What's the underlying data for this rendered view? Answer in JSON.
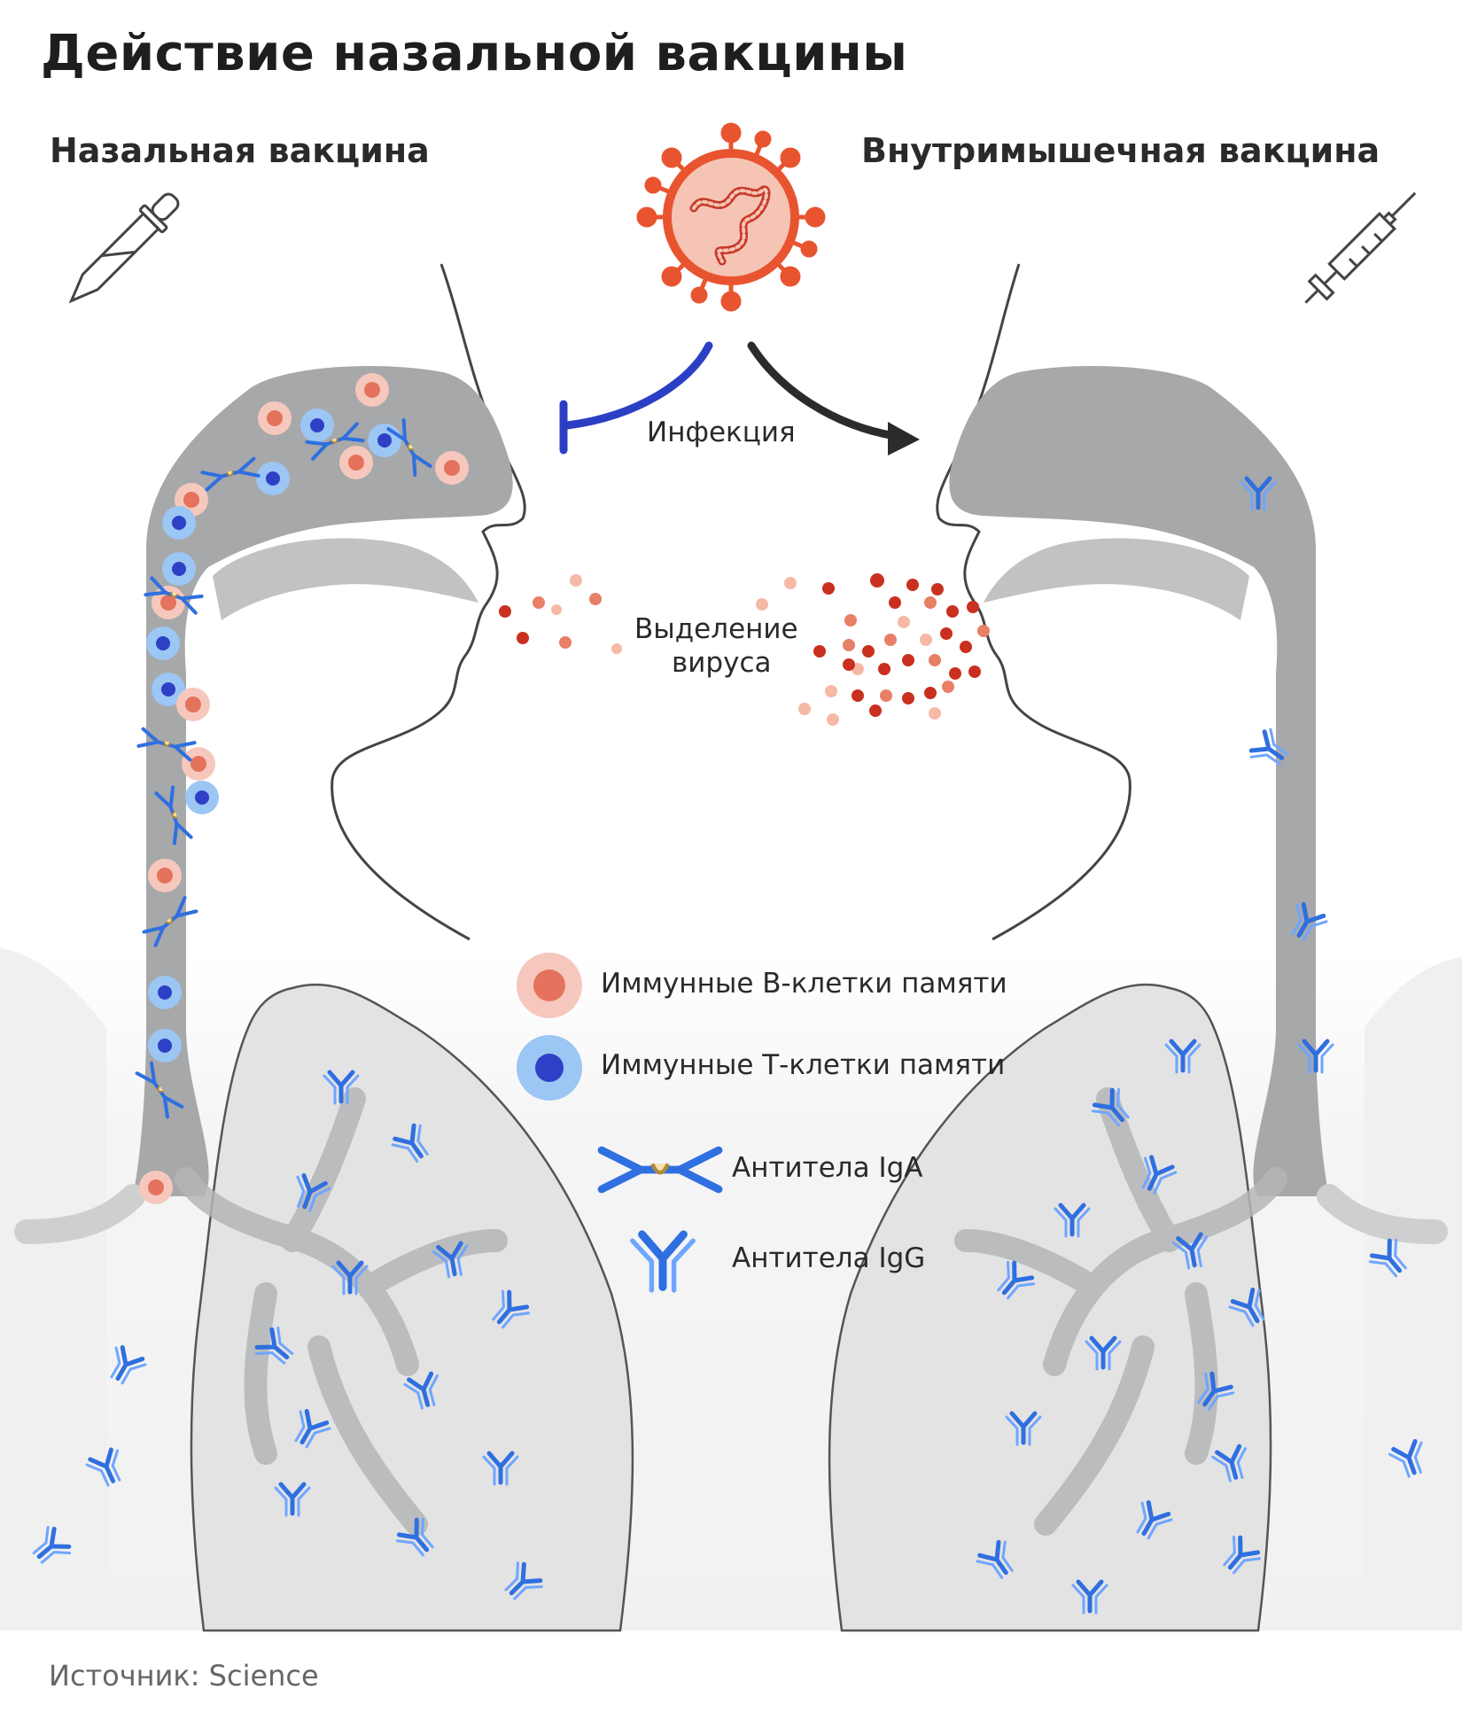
{
  "title": "Действие назальной вакцины",
  "left_header": "Назальная вакцина",
  "right_header": "Внутримышечная вакцина",
  "infection_label": "Инфекция",
  "shedding_label_line1": "Выделение",
  "shedding_label_line2": "вируса",
  "legend": {
    "b_cells": "Иммунные В-клетки памяти",
    "t_cells": "Иммунные Т-клетки памяти",
    "iga": "Антитела IgA",
    "igg": "Антитела IgG"
  },
  "source": "Источник: Science",
  "colors": {
    "tissue_gray": "#a7a8aa",
    "lung_light": "#e6e6e7",
    "virus_red": "#e8542f",
    "virus_fill": "#f6c4b4",
    "b_cell_outer": "#f6c8bd",
    "b_cell_inner": "#e4725c",
    "t_cell_outer": "#9cc6f3",
    "t_cell_inner": "#2e40c6",
    "antibody_blue": "#2f6fe0",
    "block_arrow": "#2b3fc4",
    "infect_arrow": "#2b2b2b"
  },
  "icons": [
    "dropper-icon",
    "syringe-icon",
    "virus-icon"
  ]
}
